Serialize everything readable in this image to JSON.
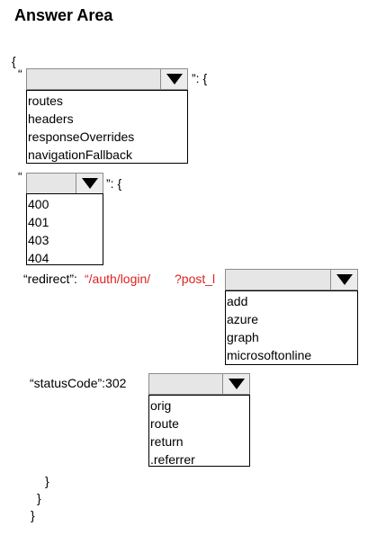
{
  "title": "Answer Area",
  "code": {
    "open_brace": "{",
    "quote": "“",
    "key_suffix": "”: {",
    "redirect_key": "“redirect”: ",
    "redirect_value_1": "“/auth/login/",
    "redirect_value_2": "?post_l",
    "status_code": "“statusCode”:302",
    "close_brace": "}"
  },
  "dropdowns": {
    "top_level": {
      "options": [
        "routes",
        "headers",
        "responseOverrides",
        "navigationFallback"
      ]
    },
    "status": {
      "options": [
        "400",
        "401",
        "403",
        "404"
      ]
    },
    "redirect_host": {
      "options": [
        "add",
        "azure",
        "graph",
        "microsoftonline"
      ]
    },
    "redirect_param": {
      "options": [
        "orig",
        "route",
        "return",
        ".referrer"
      ]
    }
  },
  "colors": {
    "string_red": "#e02020",
    "dropdown_bg": "#e6e6e6"
  }
}
